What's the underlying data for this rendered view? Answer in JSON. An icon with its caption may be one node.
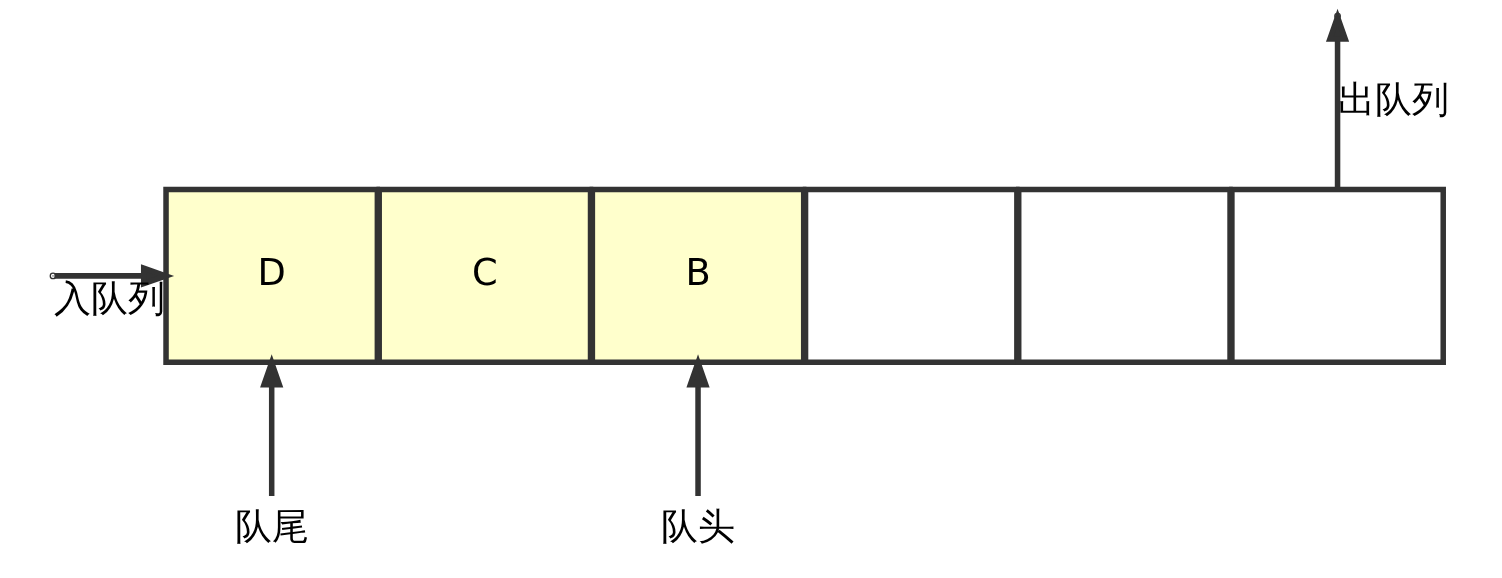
{
  "diagram": {
    "nodes": [
      {
        "text": [
          "D"
        ]
      },
      {
        "text": [
          "C"
        ]
      },
      {
        "text": [
          "B"
        ]
      },
      {
        "text": [],
        "shape": "box"
      },
      {
        "text": [],
        "shape": "box"
      },
      {
        "text": [],
        "shape": "box"
      },
      {
        "text": [
          "队尾"
        ]
      },
      {
        "text": [
          "队头"
        ]
      }
    ],
    "edges": [
      {
        "from": null,
        "to": 0,
        "arrow": "to",
        "label": "入队列"
      },
      {
        "from": 5,
        "to": null,
        "arrow": "to",
        "label": "出队列"
      },
      {
        "from": 6,
        "to": 0,
        "arrow": "to"
      },
      {
        "from": 7,
        "to": 2,
        "arrow": "to"
      }
    ]
  }
}
